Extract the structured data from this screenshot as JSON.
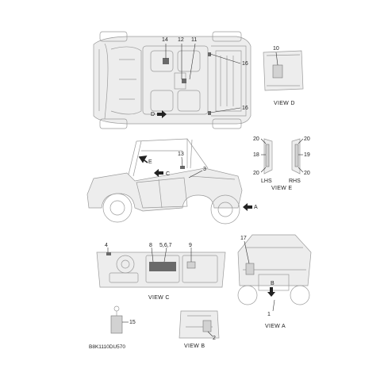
{
  "callouts": {
    "c14": "14",
    "c12": "12",
    "c11": "11",
    "c16a": "16",
    "c16b": "16",
    "c10": "10",
    "c13": "13",
    "c3": "3",
    "c20a": "20",
    "c20b": "20",
    "c20c": "20",
    "c20d": "20",
    "c18": "18",
    "c19": "19",
    "c4": "4",
    "c8": "8",
    "c567": "5,6,7",
    "c9": "9",
    "c17": "17",
    "c1": "1",
    "c15": "15",
    "c2": "2"
  },
  "view_letters": {
    "d": "D",
    "e": "E",
    "c": "C",
    "a_side": "A",
    "b": "B"
  },
  "view_titles": {
    "view_d": "VIEW D",
    "view_e": "VIEW E",
    "view_c": "VIEW C",
    "view_a": "VIEW A",
    "view_b": "VIEW B"
  },
  "side_labels": {
    "lhs": "LHS",
    "rhs": "RHS"
  },
  "part_code": "B8K1110DU570"
}
